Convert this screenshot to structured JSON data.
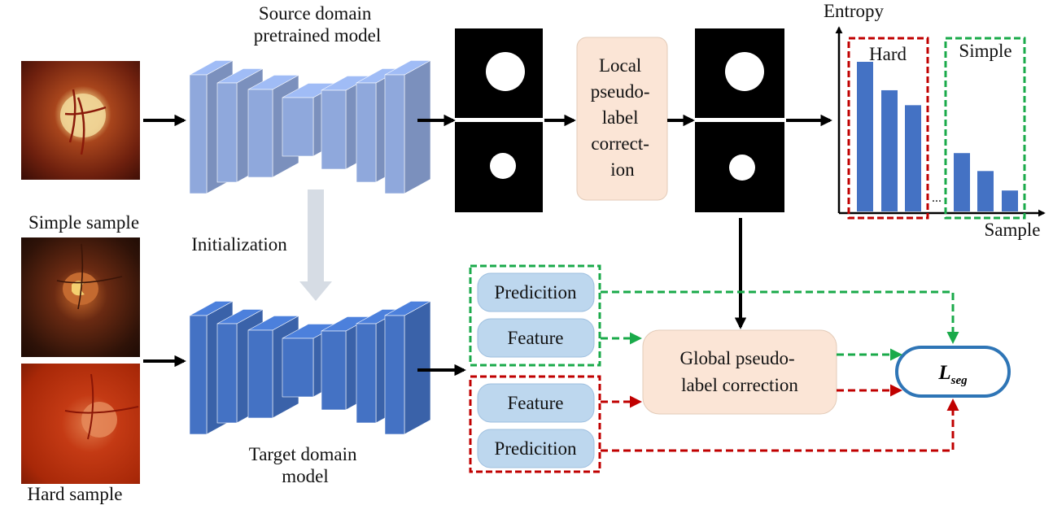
{
  "labels": {
    "source_model": [
      "Source domain",
      "pretrained model"
    ],
    "target_model": [
      "Target domain",
      "model"
    ],
    "initialization": "Initialization",
    "simple_sample": "Simple sample",
    "hard_sample": "Hard sample",
    "local_correction": [
      "Local",
      "pseudo-",
      "label",
      "correct-",
      "ion"
    ],
    "global_correction": [
      "Global pseudo-",
      "label correction"
    ],
    "pred_simple": "Predicition",
    "feat_simple": "Feature",
    "feat_hard": "Feature",
    "pred_hard": "Predicition",
    "loss_main": "L",
    "loss_sub": "seg",
    "chart_ylabel": "Entropy",
    "chart_xlabel": "Sample",
    "hard_group": "Hard",
    "simple_group": "Simple",
    "ellipsis": "..."
  },
  "colors": {
    "source_model": "#8fa8dc",
    "target_model": "#4472c4",
    "correction_box": "#fbe5d6",
    "pill": "#bdd7ee",
    "green": "#1aaa4a",
    "red": "#c00000",
    "loss_border": "#2e75b6",
    "bar": "#4472c4",
    "init_arrow": "#d6dce4"
  },
  "chart_data": {
    "type": "bar",
    "xlabel": "Sample",
    "ylabel": "Entropy",
    "groups": [
      {
        "name": "Hard",
        "values": [
          1.0,
          0.81,
          0.71
        ]
      },
      {
        "name": "Simple",
        "values": [
          0.39,
          0.27,
          0.14
        ]
      }
    ]
  }
}
